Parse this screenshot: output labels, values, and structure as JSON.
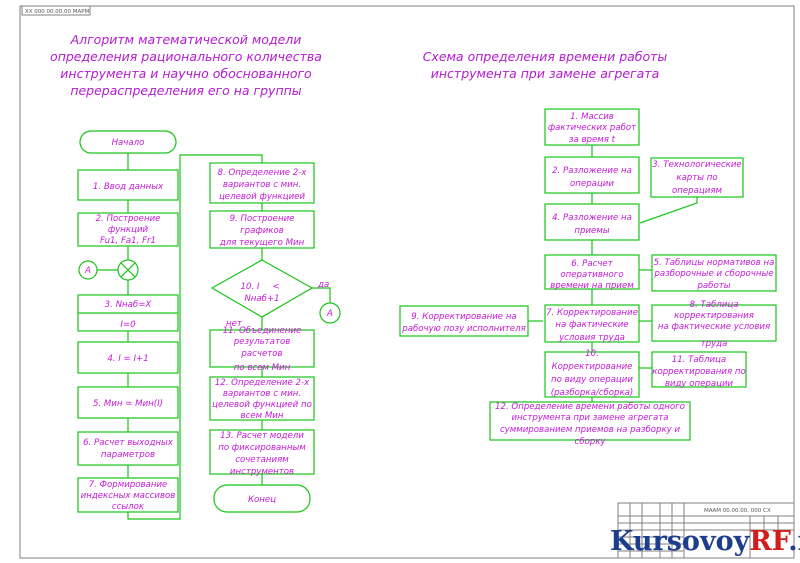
{
  "sheet": {
    "corner_code": "ХХ 000 00.00.00 МАРМ",
    "stamp_code": "МААМ 00.00.00. 000 СХ"
  },
  "left_title": [
    "Алгоритм математической модели",
    "определения рационального количества",
    "инструмента и научно обоснованного",
    "перераспределения его на группы"
  ],
  "right_title": [
    "Схема определения времени работы",
    "инструмента при замене агрегата"
  ],
  "left_flow": {
    "start": "Начало",
    "b1": [
      "1. Ввод данных"
    ],
    "b2": [
      "2. Построение",
      "функций",
      "Fu1, Fa1, Fr1"
    ],
    "connector_a": "А",
    "b3a": [
      "3. Nнаб=X"
    ],
    "b3b": [
      "I=0"
    ],
    "b4": [
      "4.   I = I+1"
    ],
    "b5": [
      "5.   Mин = Mин(I)"
    ],
    "b6": [
      "6. Расчет выходных",
      "параметров"
    ],
    "b7": [
      "7. Формирование",
      "индексных массивов",
      "ссылок"
    ],
    "b8": [
      "8. Определение 2-х",
      "вариантов с мин.",
      "целевой функцией"
    ],
    "b9": [
      "9. Построение",
      "графиков",
      "для текущего Mин"
    ],
    "b10": [
      "10.   I",
      "Nнаб+1"
    ],
    "b10_symbol": "<",
    "yes": "да",
    "no": "нет",
    "b11": [
      "11. Объединение",
      "результатов",
      "расчетов",
      "по всем Mин"
    ],
    "b12": [
      "12. Определение 2-х",
      "вариантов с мин.",
      "целевой функцией по",
      "всем Mин"
    ],
    "b13": [
      "13. Расчет модели",
      "по фиксированным",
      "сочетаниям",
      "инструментов"
    ],
    "end": "Конец"
  },
  "right_flow": {
    "r1": [
      "1. Массив",
      "фактических работ",
      "за время t"
    ],
    "r2": [
      "2. Разложение на",
      "операции"
    ],
    "r3": [
      "3. Технологические",
      "карты по",
      "операциям"
    ],
    "r4": [
      "4. Разложение на",
      "приемы"
    ],
    "r5": [
      "5. Таблицы нормативов на",
      "разборочные и сборочные",
      "работы"
    ],
    "r6": [
      "6. Расчет",
      "оперативного",
      "времени на прием"
    ],
    "r7": [
      "7. Корректирование",
      "на фактические",
      "условия  труда"
    ],
    "r8": [
      "8. Таблица",
      "корректирования",
      "на фактические условия",
      "труда"
    ],
    "r9": [
      "9. Корректирование на",
      "рабочую позу исполнителя"
    ],
    "r10": [
      "10.",
      "Корректирование",
      "по виду операции",
      "(разборка/сборка)"
    ],
    "r11": [
      "11. Таблица",
      "корректирования по",
      "виду операции"
    ],
    "r12": [
      "12. Определение времени работы одного",
      "инструмента при замене агрегата",
      "суммированием приемов на разборку и",
      "сборку"
    ]
  },
  "watermark": {
    "part1": "Kursovoy",
    "part2": "RF",
    "part3": ".ru"
  },
  "colors": {
    "box_stroke": "#19c419",
    "text": "#c51bd8",
    "title": "#b51bd1"
  }
}
